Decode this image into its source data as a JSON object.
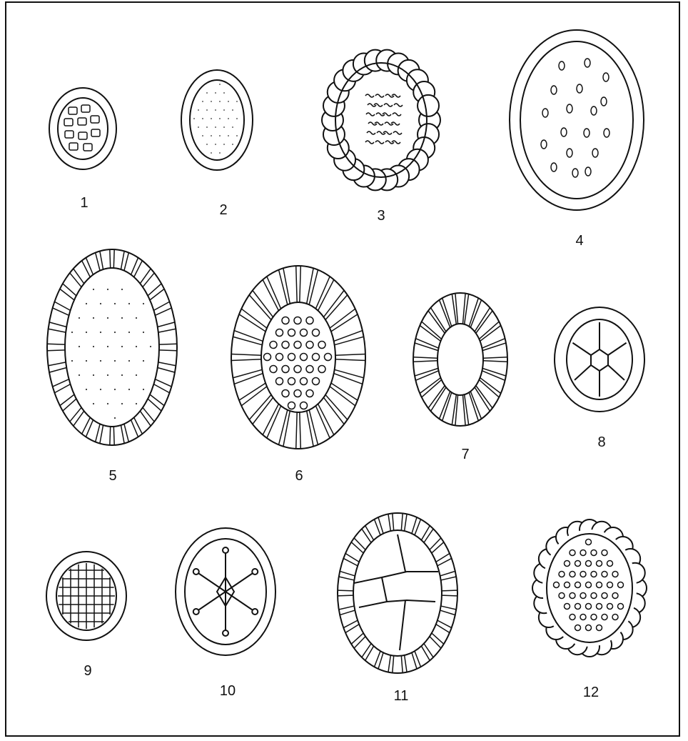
{
  "figures": [
    {
      "label": "1"
    },
    {
      "label": "2"
    },
    {
      "label": "3"
    },
    {
      "label": "4"
    },
    {
      "label": "5"
    },
    {
      "label": "6"
    },
    {
      "label": "7"
    },
    {
      "label": "8"
    },
    {
      "label": "9"
    },
    {
      "label": "10"
    },
    {
      "label": "11"
    },
    {
      "label": "12"
    }
  ]
}
